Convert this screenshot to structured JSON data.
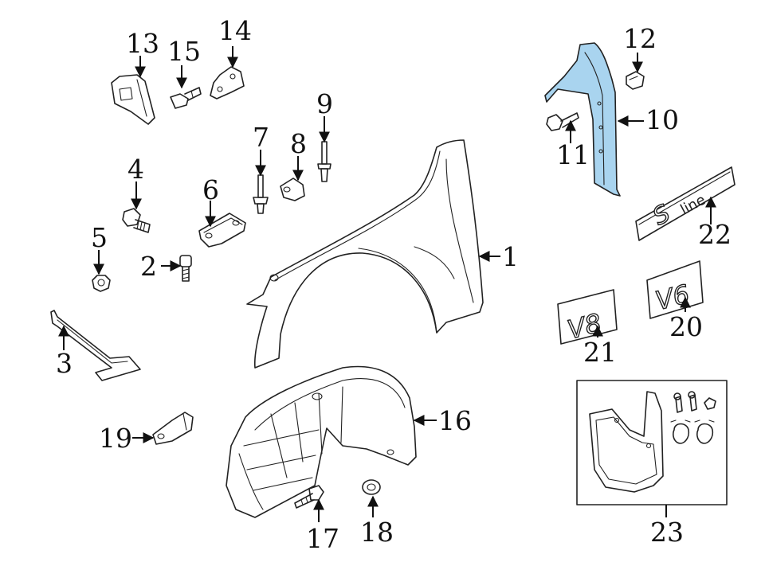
{
  "callouts": [
    "1",
    "2",
    "3",
    "4",
    "5",
    "6",
    "7",
    "8",
    "9",
    "10",
    "11",
    "12",
    "13",
    "14",
    "15",
    "16",
    "17",
    "18",
    "19",
    "20",
    "21",
    "22",
    "23"
  ],
  "badges": {
    "v8": "V8",
    "v6": "V6",
    "sline_s": "S",
    "sline_line": "line"
  },
  "colors": {
    "highlight": "#a9d4ef",
    "line": "#222222"
  }
}
